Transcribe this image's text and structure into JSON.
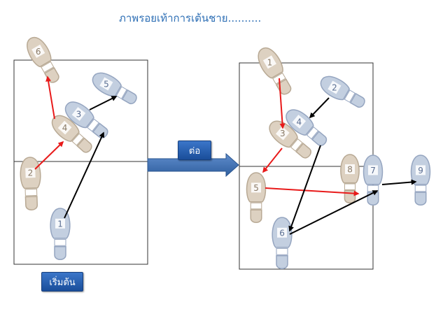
{
  "title": "ภาพรอยเท้าการเต้นชาย..........",
  "buttons": {
    "start": "เริ่มต้น",
    "next": "ต่อ"
  },
  "colors": {
    "tan": "#ddd1c1",
    "blue": "#c3cfe0",
    "red": "#e81a1a",
    "black": "#000000",
    "arrow_blue": "#3d6ca8"
  },
  "left_steps": [
    {
      "label": "1",
      "color": "blue"
    },
    {
      "label": "2",
      "color": "tan"
    },
    {
      "label": "3",
      "color": "blue"
    },
    {
      "label": "4",
      "color": "tan"
    },
    {
      "label": "5",
      "color": "blue"
    },
    {
      "label": "6",
      "color": "tan"
    }
  ],
  "right_steps": [
    {
      "label": "1",
      "color": "tan"
    },
    {
      "label": "2",
      "color": "blue"
    },
    {
      "label": "3",
      "color": "tan"
    },
    {
      "label": "4",
      "color": "blue"
    },
    {
      "label": "5",
      "color": "tan"
    },
    {
      "label": "6",
      "color": "blue"
    },
    {
      "label": "7",
      "color": "blue"
    },
    {
      "label": "8",
      "color": "tan"
    },
    {
      "label": "9",
      "color": "blue"
    }
  ]
}
